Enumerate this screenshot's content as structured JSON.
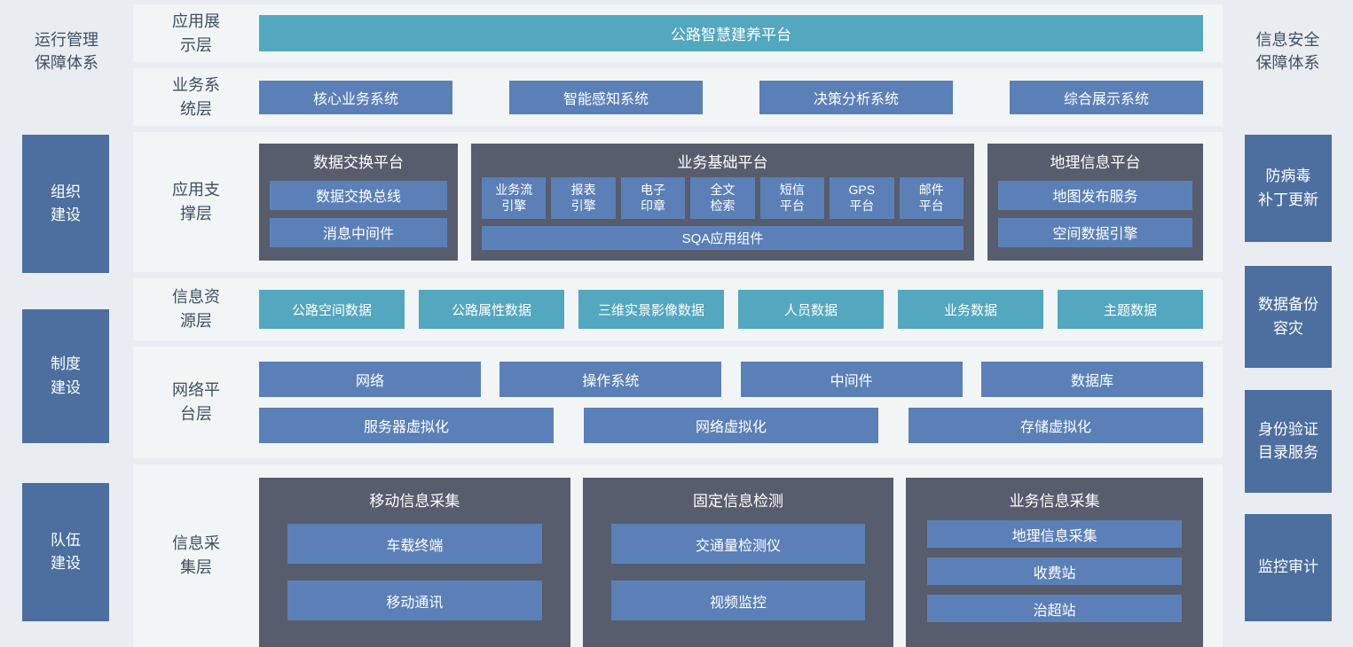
{
  "colors": {
    "background": "#e9edf2",
    "row_background": "#f1f5f6",
    "teal": "#53a7bf",
    "blue": "#5b80b8",
    "dark_group": "#575d6c",
    "side_blue": "#4c6f9f",
    "label_text": "#3e4f63"
  },
  "left_panel": {
    "title": "运行管理\n保障体系",
    "items": [
      "组织\n建设",
      "制度\n建设",
      "队伍\n建设"
    ]
  },
  "right_panel": {
    "title": "信息安全\n保障体系",
    "items": [
      "防病毒\n补丁更新",
      "数据备份\n容灾",
      "身份验证\n目录服务",
      "监控审计"
    ]
  },
  "layers": {
    "display": {
      "label": "应用展\n示层",
      "platform": "公路智慧建养平台"
    },
    "business": {
      "label": "业务系\n统层",
      "items": [
        "核心业务系统",
        "智能感知系统",
        "决策分析系统",
        "综合展示系统"
      ]
    },
    "support": {
      "label": "应用支\n撑层",
      "groups": {
        "exchange": {
          "title": "数据交换平台",
          "items": [
            "数据交换总线",
            "消息中间件"
          ]
        },
        "base": {
          "title": "业务基础平台",
          "small_items": [
            "业务流\n引擎",
            "报表\n引擎",
            "电子\n印章",
            "全文\n检索",
            "短信\n平台",
            "GPS\n平台",
            "邮件\n平台"
          ],
          "wide_item": "SQA应用组件"
        },
        "gis": {
          "title": "地理信息平台",
          "items": [
            "地图发布服务",
            "空间数据引擎"
          ]
        }
      }
    },
    "resource": {
      "label": "信息资\n源层",
      "items": [
        "公路空间数据",
        "公路属性数据",
        "三维实景影像数据",
        "人员数据",
        "业务数据",
        "主题数据"
      ]
    },
    "network": {
      "label": "网络平\n台层",
      "row1": [
        "网络",
        "操作系统",
        "中间件",
        "数据库"
      ],
      "row2": [
        "服务器虚拟化",
        "网络虚拟化",
        "存储虚拟化"
      ]
    },
    "collection": {
      "label": "信息采\n集层",
      "groups": [
        {
          "title": "移动信息采集",
          "items": [
            "车载终端",
            "移动通讯"
          ]
        },
        {
          "title": "固定信息检测",
          "items": [
            "交通量检测仪",
            "视频监控"
          ]
        },
        {
          "title": "业务信息采集",
          "items": [
            "地理信息采集",
            "收费站",
            "治超站"
          ]
        }
      ]
    }
  }
}
